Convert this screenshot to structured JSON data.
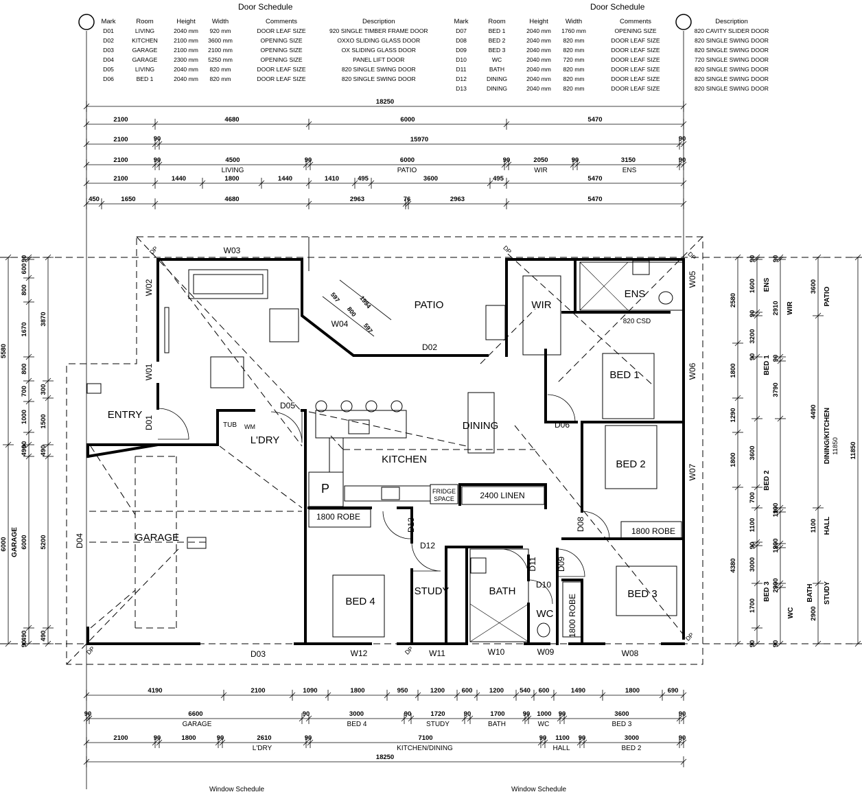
{
  "schedule_title": "Door Schedule",
  "columns": [
    "Mark",
    "Room",
    "Height",
    "Width",
    "Comments",
    "Description"
  ],
  "doors_left": [
    [
      "D01",
      "LIVING",
      "2040 mm",
      "920 mm",
      "DOOR LEAF SIZE",
      "920 SINGLE TIMBER FRAME DOOR"
    ],
    [
      "D02",
      "KITCHEN",
      "2100 mm",
      "3600 mm",
      "OPENING SIZE",
      "OXXO SLIDING GLASS DOOR"
    ],
    [
      "D03",
      "GARAGE",
      "2100 mm",
      "2100 mm",
      "OPENING SIZE",
      "OX SLIDING GLASS DOOR"
    ],
    [
      "D04",
      "GARAGE",
      "2300 mm",
      "5250 mm",
      "OPENING SIZE",
      "PANEL LIFT DOOR"
    ],
    [
      "D05",
      "LIVING",
      "2040 mm",
      "820 mm",
      "DOOR LEAF SIZE",
      "820 SINGLE SWING DOOR"
    ],
    [
      "D06",
      "BED 1",
      "2040 mm",
      "820 mm",
      "DOOR LEAF SIZE",
      "820 SINGLE SWING DOOR"
    ]
  ],
  "doors_right": [
    [
      "D07",
      "BED 1",
      "2040 mm",
      "1760 mm",
      "OPENING SIZE",
      "820 CAVITY SLIDER DOOR"
    ],
    [
      "D08",
      "BED 2",
      "2040 mm",
      "820 mm",
      "DOOR LEAF SIZE",
      "820 SINGLE SWING DOOR"
    ],
    [
      "D09",
      "BED 3",
      "2040 mm",
      "820 mm",
      "DOOR LEAF SIZE",
      "820 SINGLE SWING DOOR"
    ],
    [
      "D10",
      "WC",
      "2040 mm",
      "720 mm",
      "DOOR LEAF SIZE",
      "720 SINGLE SWING DOOR"
    ],
    [
      "D11",
      "BATH",
      "2040 mm",
      "820 mm",
      "DOOR LEAF SIZE",
      "820 SINGLE SWING DOOR"
    ],
    [
      "D12",
      "DINING",
      "2040 mm",
      "820 mm",
      "DOOR LEAF SIZE",
      "820 SINGLE SWING DOOR"
    ],
    [
      "D13",
      "DINING",
      "2040 mm",
      "820 mm",
      "DOOR LEAF SIZE",
      "820 SINGLE SWING DOOR"
    ]
  ],
  "rooms": {
    "patio": "PATIO",
    "wir": "WIR",
    "ens": "ENS",
    "entry": "ENTRY",
    "ldry": "L'DRY",
    "kitchen": "KITCHEN",
    "dining": "DINING",
    "bed1": "BED 1",
    "bed2": "BED 2",
    "bed3": "BED 3",
    "bed4": "BED 4",
    "garage": "GARAGE",
    "study": "STUDY",
    "bath": "BATH",
    "wc": "WC",
    "pantry": "P",
    "tub": "TUB",
    "wm": "WM",
    "fridge1": "FRIDGE",
    "fridge2": "SPACE",
    "linen": "2400 LINEN",
    "robe4": "1800 ROBE",
    "robe2": "1800 ROBE",
    "robe3": "1800 ROBE",
    "csd": "820 CSD"
  },
  "windows": {
    "w01": "W01",
    "w02": "W02",
    "w03": "W03",
    "w04": "W04",
    "w05": "W05",
    "w06": "W06",
    "w07": "W07",
    "w08": "W08",
    "w09": "W09",
    "w10": "W10",
    "w11": "W11",
    "w12": "W12"
  },
  "door_tags": {
    "d01": "D01",
    "d02": "D02",
    "d03": "D03",
    "d04": "D04",
    "d05": "D05",
    "d06": "D06",
    "d08": "D08",
    "d09": "D09",
    "d10": "D10",
    "d11": "D11",
    "d12": "D12",
    "d13": "D13"
  },
  "downpipe": "DP",
  "dims": {
    "overall": "18250",
    "r1": [
      "2100",
      "4680",
      "6000",
      "5470"
    ],
    "r2": [
      "2100",
      "90",
      "15970",
      "90"
    ],
    "r3": [
      "2100",
      "90",
      "4500",
      "90",
      "6000",
      "90",
      "2050",
      "90",
      "3150",
      "90"
    ],
    "r3_labels": [
      "LIVING",
      "PATIO",
      "WIR",
      "ENS"
    ],
    "r4": [
      "2100",
      "1440",
      "1800",
      "1440",
      "1410",
      "495",
      "3600",
      "495",
      "5470"
    ],
    "r5": [
      "450",
      "1650",
      "4680",
      "2963",
      "76",
      "2963",
      "5470"
    ],
    "b1": [
      "4190",
      "2100",
      "1090",
      "1800",
      "950",
      "1200",
      "600",
      "1200",
      "540",
      "600",
      "1490",
      "1800",
      "690"
    ],
    "b2": [
      "90",
      "6600",
      "90",
      "3000",
      "90",
      "1720",
      "90",
      "1700",
      "90",
      "1000",
      "90",
      "3600",
      "90"
    ],
    "b2_labels": [
      "GARAGE",
      "BED 4",
      "STUDY",
      "BATH",
      "WC",
      "BED 3"
    ],
    "b3": [
      "2100",
      "90",
      "1800",
      "90",
      "2610",
      "90",
      "7100",
      "90",
      "1100",
      "90",
      "3000",
      "90"
    ],
    "b3_labels": [
      "L'DRY",
      "KITCHEN/DINING",
      "HALL",
      "BED 2"
    ],
    "b_overall": "18250",
    "l1": [
      "90",
      "600",
      "800",
      "1670",
      "800",
      "700",
      "1000",
      "90",
      "490",
      "6000",
      "490",
      "90"
    ],
    "l2": [
      "3870",
      "300",
      "1500",
      "490",
      "5200",
      "490"
    ],
    "l3": [
      "5580",
      "6000"
    ],
    "l_label": "GARAGE",
    "rr1": [
      "2580",
      "1800",
      "1290",
      "1800",
      "4380"
    ],
    "rr2": [
      "90",
      "1600",
      "90",
      "3200",
      "90",
      "3600",
      "700",
      "1100",
      "90",
      "3000",
      "1700",
      "90"
    ],
    "rr2_labels": [
      "ENS",
      "BED 1",
      "BED 2",
      "BED 3",
      "WC"
    ],
    "rr3": [
      "90",
      "2910",
      "90",
      "3790",
      "90",
      "1100",
      "90",
      "1200",
      "90",
      "2900",
      "90"
    ],
    "rr3_labels": [
      "WIR",
      "HALL",
      "BATH"
    ],
    "rr4": [
      "3600",
      "4490",
      "2900"
    ],
    "rr4_labels": [
      "PATIO",
      "DINING/KITCHEN",
      "STUDY"
    ],
    "rr4_extra": "11850",
    "rr5": "11850",
    "patio_dims": [
      "597",
      "800",
      "1994",
      "597"
    ]
  },
  "footer": [
    "Window Schedule",
    "Window Schedule"
  ]
}
